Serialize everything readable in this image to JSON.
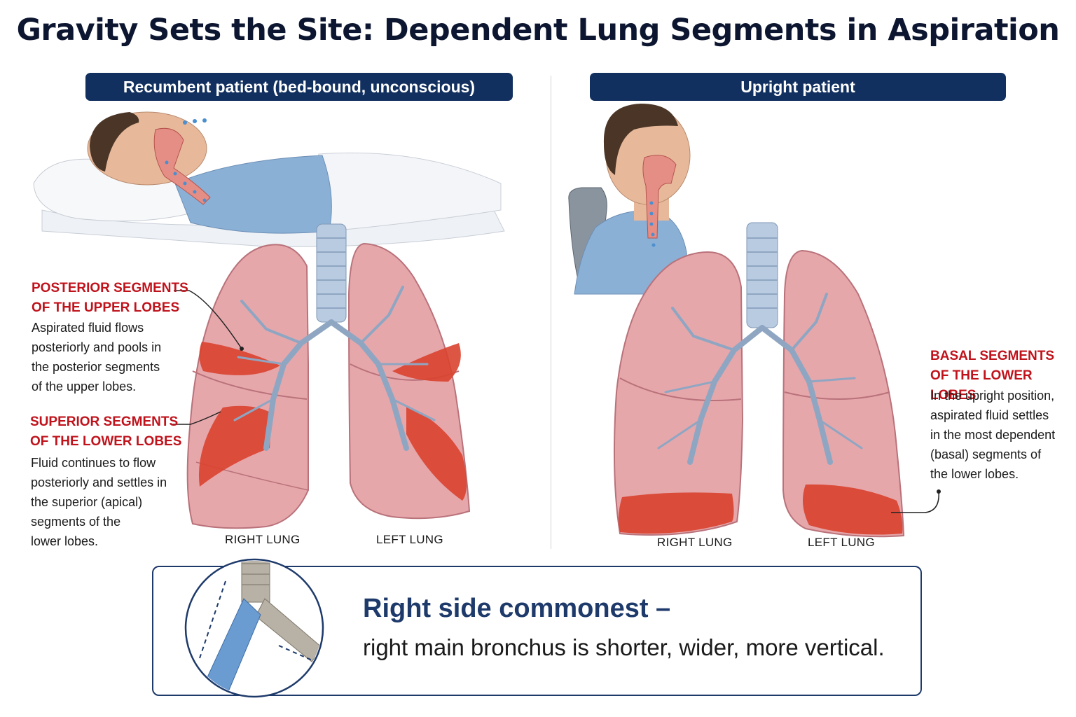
{
  "title": "Gravity Sets the Site: Dependent Lung Segments in Aspiration",
  "colors": {
    "banner": "#12305f",
    "annotation_red": "#c0121b",
    "lung_pink": "#e6a7ab",
    "pooling_red": "#d9432f",
    "bronchus_blue": "#8fa9c9",
    "callout_navy": "#1e3a6b"
  },
  "left_panel": {
    "banner": "Recumbent patient (bed-bound, unconscious)",
    "annotations": [
      {
        "title_line1": "POSTERIOR SEGMENTS",
        "title_line2": "OF THE UPPER LOBES",
        "body": [
          "Aspirated fluid flows",
          "posteriorly and pools in",
          "the posterior segments",
          "of the upper lobes."
        ]
      },
      {
        "title_line1": "SUPERIOR SEGMENTS",
        "title_line2": "OF THE LOWER LOBES",
        "body": [
          "Fluid continues to flow",
          "posteriorly and settles in",
          "the superior (apical)",
          "segments of the",
          "lower lobes."
        ]
      }
    ],
    "right_lung_label": "RIGHT LUNG",
    "left_lung_label": "LEFT LUNG"
  },
  "right_panel": {
    "banner": "Upright patient",
    "annotation": {
      "title_line1": "BASAL SEGMENTS",
      "title_line2": "OF THE LOWER LOBES",
      "body": [
        "In the upright position,",
        "aspirated fluid settles",
        "in the most dependent",
        "(basal) segments of",
        "the lower lobes."
      ]
    },
    "right_lung_label": "RIGHT LUNG",
    "left_lung_label": "LEFT LUNG"
  },
  "callout": {
    "headline": "Right side commonest –",
    "body": "right main bronchus is shorter, wider, more vertical."
  }
}
